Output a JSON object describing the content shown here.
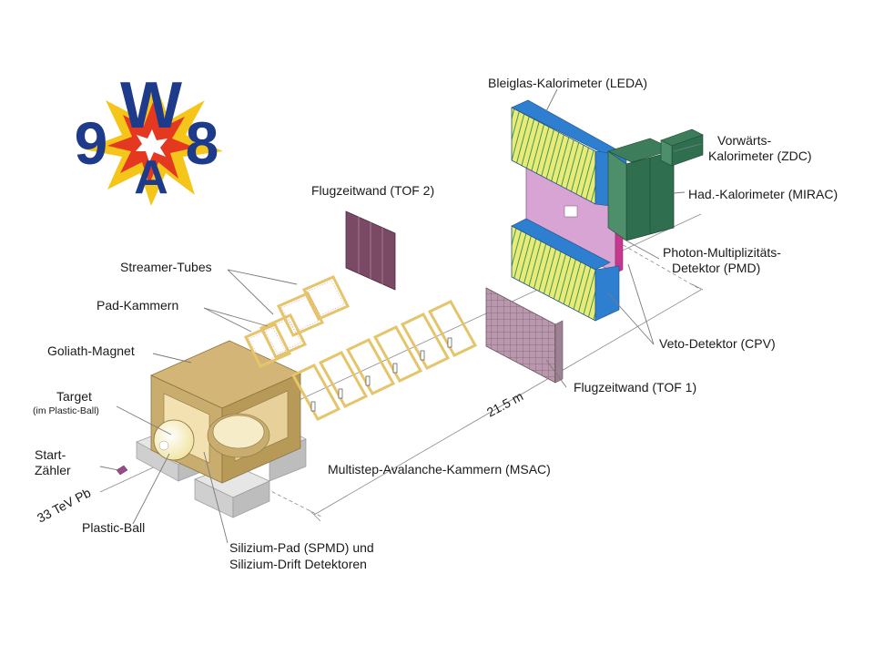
{
  "logo": {
    "letters": [
      "9",
      "W",
      "A",
      "8"
    ],
    "colors": {
      "letters": "#1e3a8a",
      "burst_outer": "#f5c51a",
      "burst_inner": "#e53821",
      "core": "#ffffff"
    }
  },
  "labels": {
    "leda": "Bleiglas-Kalorimeter (LEDA)",
    "zdc_line1": "Vorwärts-",
    "zdc_line2": "Kalorimeter (ZDC)",
    "mirac": "Had.-Kalorimeter (MIRAC)",
    "tof2": "Flugzeitwand (TOF 2)",
    "pmd_line1": "Photon-Multiplizitäts-",
    "pmd_line2": "Detektor (PMD)",
    "streamer": "Streamer-Tubes",
    "pad": "Pad-Kammern",
    "goliath": "Goliath-Magnet",
    "cpv": "Veto-Detektor (CPV)",
    "target": "Target",
    "target_sub": "(im Plastic-Ball)",
    "tof1": "Flugzeitwand (TOF 1)",
    "distance": "21.5 m",
    "start_line1": "Start-",
    "start_line2": "Zähler",
    "msac": "Multistep-Avalanche-Kammern (MSAC)",
    "beam": "33 TeV  Pb",
    "plastic_ball": "Plastic-Ball",
    "spmd_line1": "Silizium-Pad (SPMD) und",
    "spmd_line2": "Silizium-Drift Detektoren"
  },
  "colors": {
    "leda_blue": "#2f7fd1",
    "leda_yellow": "#e9ea78",
    "leda_green": "#3f9a53",
    "mirac_green": "#2f6f4f",
    "pmd_pink": "#d7a4d4",
    "cpv_magenta": "#c4388e",
    "tof2": "#7a4a64",
    "tof1": "#b998ad",
    "magnet": "#c9ad6e",
    "chamber_frame": "#e5c56b",
    "support": "#d6d6d6"
  }
}
